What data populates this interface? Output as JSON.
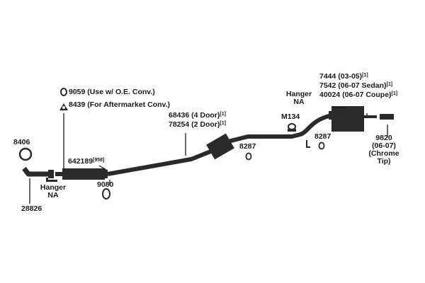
{
  "colors": {
    "ink": "#1a1a1a",
    "background": "#ffffff",
    "part": "#2a2a2a"
  },
  "labels": {
    "p8406": "8406",
    "p28826": "28826",
    "hanger1_a": "Hanger",
    "hanger1_b": "NA",
    "p9059": "9059 (Use w/ O.E. Conv.)",
    "p8439": "8439 (For Aftermarket Conv.)",
    "p642189": "642189",
    "p642189_sup": "[958]",
    "p9080": "9080",
    "p68436": "68436 (4 Door)",
    "p68436_sup": "[1]",
    "p78254": "78254 (2 Door)",
    "p78254_sup": "[1]",
    "p8287a": "8287",
    "m134": "M134",
    "p8287b": "8287",
    "hanger2_a": "Hanger",
    "hanger2_b": "NA",
    "p7444": "7444 (03-05)",
    "p7444_sup": "[1]",
    "p7542": "7542 (06-07 Sedan)",
    "p7542_sup": "[1]",
    "p40024": "40024 (06-07 Coupe)",
    "p40024_sup": "[1]",
    "p9820_a": "9820",
    "p9820_b": "(06-07)",
    "p9820_c": "(Chrome",
    "p9820_d": "Tip)"
  },
  "icons": [
    "ring-gasket-icon",
    "triangle-gasket-icon",
    "rubber-hanger-icon",
    "bracket-hanger-icon",
    "chrome-tip-icon"
  ]
}
